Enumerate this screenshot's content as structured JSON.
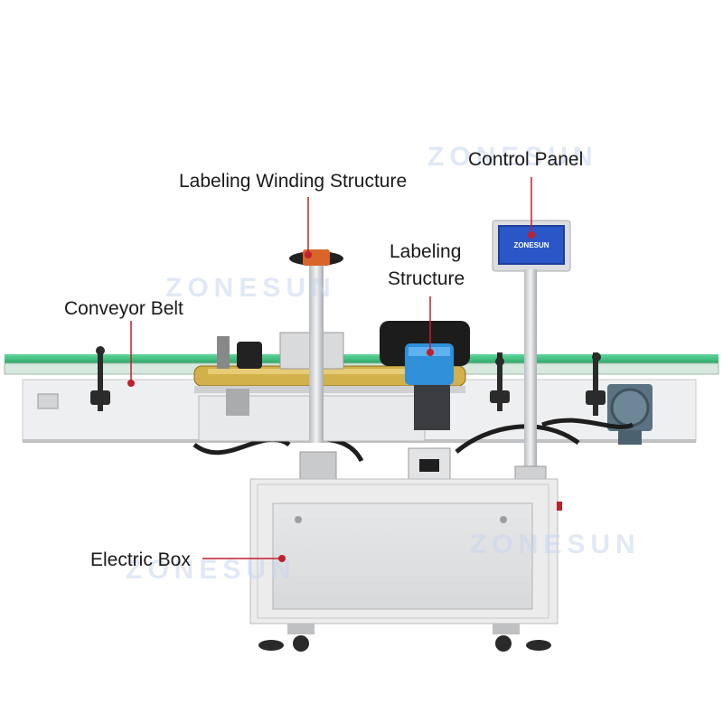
{
  "labels": {
    "control_panel": "Control Panel",
    "winding": "Labeling Winding Structure",
    "labeling_line1": "Labeling",
    "labeling_line2": "Structure",
    "conveyor": "Conveyor Belt",
    "electric_box": "Electric Box"
  },
  "watermark": "ZONESUN",
  "screen_text": "ZONESUN",
  "colors": {
    "callout_line": "#c0202b",
    "callout_dot": "#c0202b",
    "belt_green": "#3fbf7e",
    "frame": "#e4e5e7",
    "blue_part": "#2f8fd8",
    "screen": "#2a56c7"
  }
}
